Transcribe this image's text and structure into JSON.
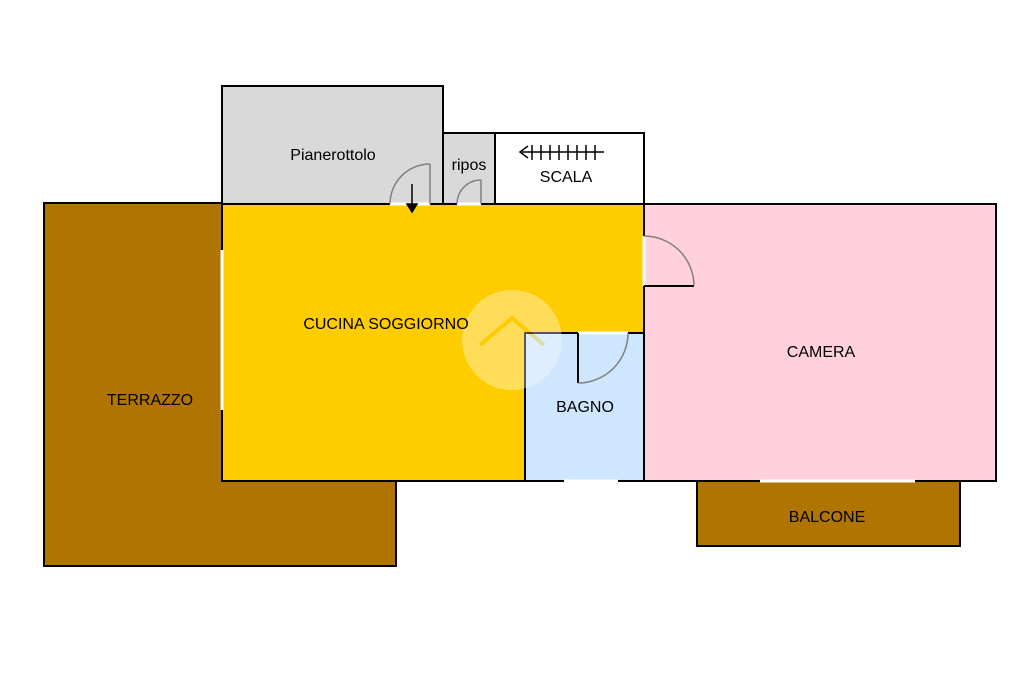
{
  "floorplan": {
    "rooms": {
      "pianerottolo": {
        "label": "Pianerottolo",
        "color": "#d9d9d9"
      },
      "ripos": {
        "label": "ripos",
        "color": "#d9d9d9"
      },
      "scala": {
        "label": "SCALA",
        "color": "#ffffff"
      },
      "cucina_soggiorno": {
        "label": "CUCINA SOGGIORNO",
        "color": "#ffcc00"
      },
      "camera": {
        "label": "CAMERA",
        "color": "#ffd1dc"
      },
      "bagno": {
        "label": "BAGNO",
        "color": "#cfe6ff"
      },
      "terrazzo": {
        "label": "TERRAZZO",
        "color": "#b07400"
      },
      "balcone": {
        "label": "BALCONE",
        "color": "#b07400"
      }
    },
    "wall_color": "#000000",
    "door_color": "#808080"
  }
}
